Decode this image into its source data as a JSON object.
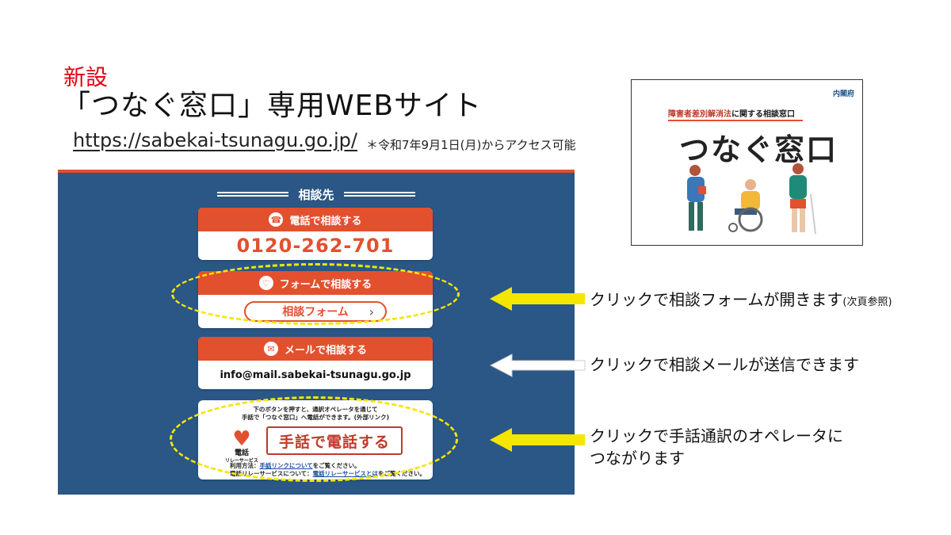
{
  "header": {
    "new_label": "新設",
    "title": "「つなぐ窓口」専用WEBサイト",
    "url": "https://sabekai-tsunagu.go.jp/",
    "url_note": "＊令和7年9月1日(月)からアクセス可能"
  },
  "site": {
    "section_title": "相談先",
    "phone": {
      "header": "電話で相談する",
      "number": "0120-262-701",
      "icon": "phone-icon"
    },
    "form": {
      "header": "フォームで相談する",
      "button": "相談フォーム",
      "icon": "chat-icon"
    },
    "email": {
      "header": "メールで相談する",
      "address": "info@mail.sabekai-tsunagu.go.jp",
      "icon": "mail-icon"
    },
    "relay": {
      "note_line1": "下のボタンを押すと、通訳オペレータを通じて",
      "note_line2": "手話で「つなぐ窓口」へ電話ができます。(外部リンク)",
      "logo_line1": "電話",
      "logo_line2": "リレーサービス",
      "button": "手話で電話する",
      "usage_prefix": "利用方法：",
      "usage_link": "手話リンクについて",
      "usage_suffix": "をご覧ください。",
      "relay_prefix": "電話リレーサービスについて：",
      "relay_link": "電話リレーサービスとは",
      "relay_suffix": "をご覧ください。"
    }
  },
  "callouts": {
    "form_main": "クリックで相談フォームが開きます",
    "form_small": "(次頁参照)",
    "email": "クリックで相談メールが送信できます",
    "relay_line1": "クリックで手話通訳のオペレータに",
    "relay_line2": "つながります"
  },
  "logo": {
    "gov": "内閣府",
    "subtitle_red": "障害者差別解消法",
    "subtitle_rest": "に関する相談窓口",
    "main": "つなぐ窓口"
  },
  "colors": {
    "accent_red": "#e3502e",
    "site_blue": "#2a5785",
    "highlight_yellow": "#f5e600"
  }
}
